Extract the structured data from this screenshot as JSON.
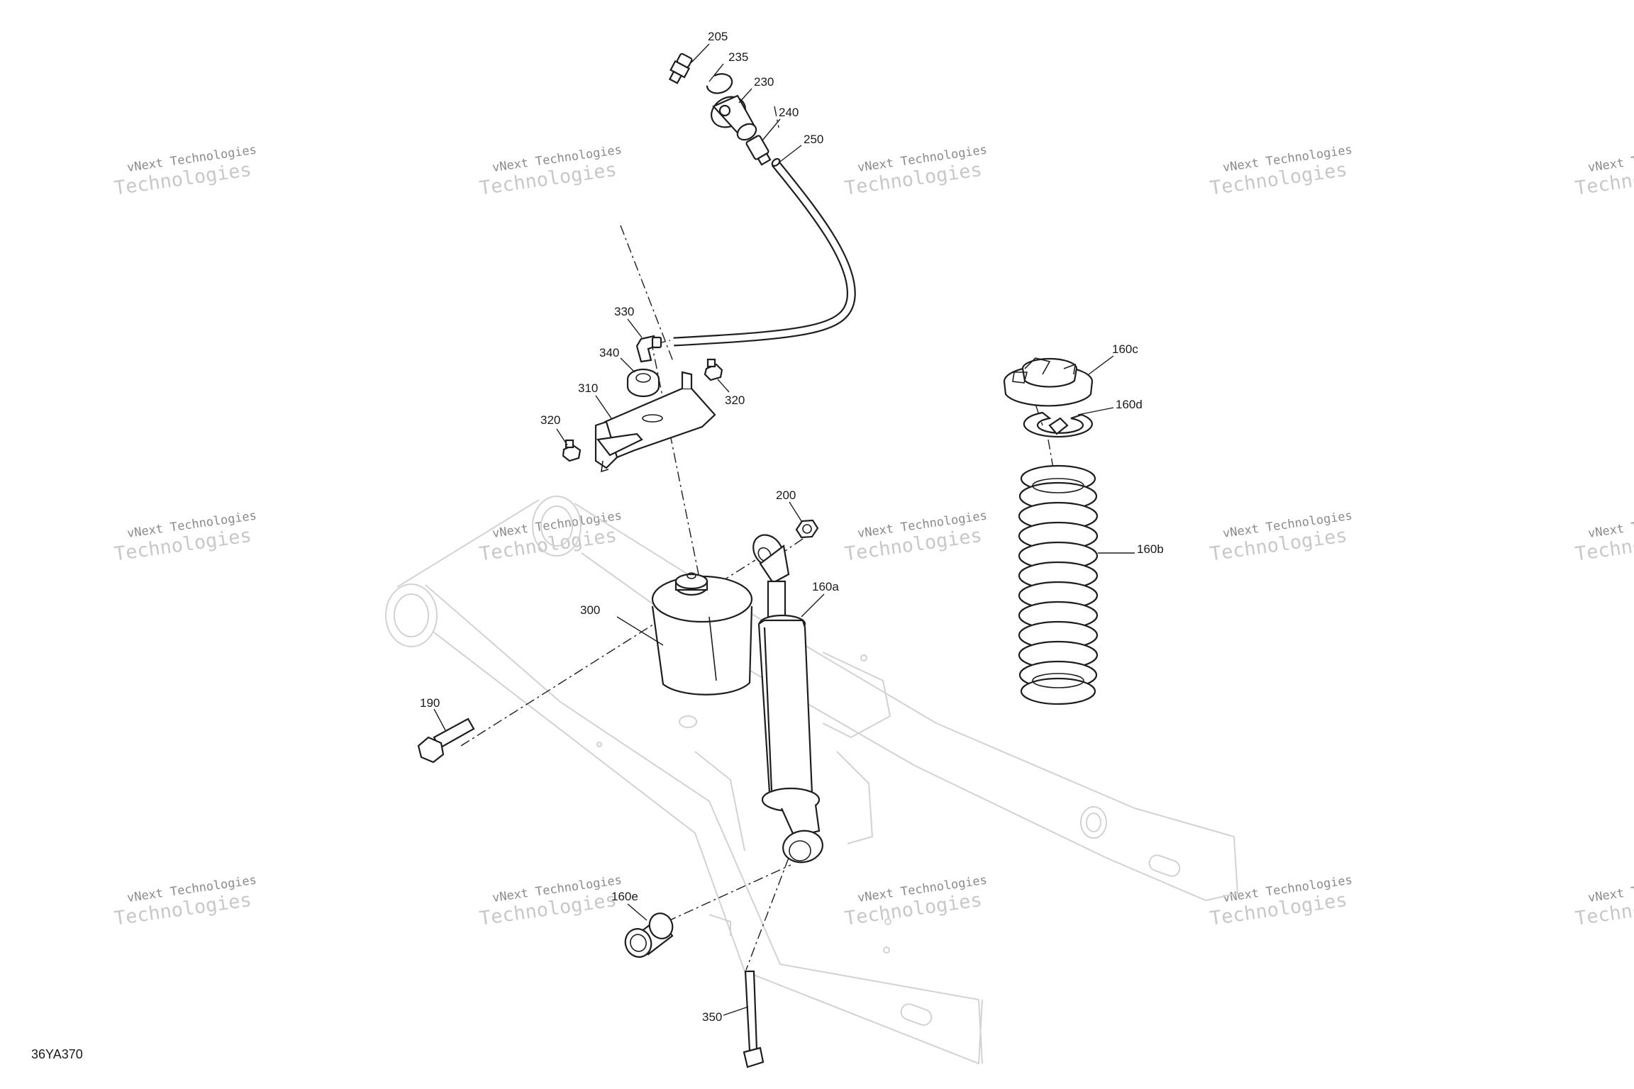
{
  "diagram_ref": "36YA370",
  "watermark": {
    "line1": "vNext Technologies",
    "line2": "Technologies"
  },
  "callouts": [
    "205",
    "235",
    "230",
    "240",
    "250",
    "330",
    "340",
    "320",
    "310",
    "320",
    "200",
    "160a",
    "300",
    "190",
    "160e",
    "350",
    "160c",
    "160d",
    "160b"
  ]
}
